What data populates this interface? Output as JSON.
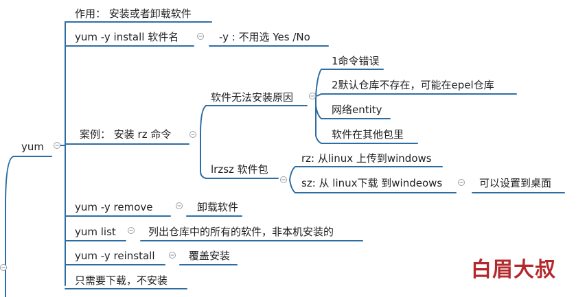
{
  "mindmap": {
    "root": {
      "label": "yum"
    },
    "branches": {
      "purpose": "作用： 安装或者卸载软件",
      "install": {
        "label": "yum -y install  软件名",
        "note": "-y : 不用选 Yes  /No"
      },
      "example": {
        "label": "案例：  安装 rz 命令",
        "cannot_install": {
          "label": "软件无法安装原因",
          "reasons": [
            "1命令错误",
            "2默认仓库不存在，可能在epel仓库",
            "网络entity",
            "软件在其他包里"
          ]
        },
        "lrzsz": {
          "label": "lrzsz 软件包",
          "rz": "rz: 从linux 上传到windows",
          "sz": "sz: 从 linux下载 到windeows",
          "sz_note": "可以设置到桌面"
        }
      },
      "remove": {
        "label": "yum  -y  remove",
        "note": "卸载软件"
      },
      "list": {
        "label": "yum list",
        "note": "列出仓库中的所有的软件，非本机安装的"
      },
      "reinstall": {
        "label": "yum -y reinstall",
        "note": "覆盖安装"
      },
      "download_only": "只需要下载，不安装"
    }
  },
  "watermark": "白眉大叔",
  "colors": {
    "line": "#2e6da4",
    "collapse_icon": "#9aa0a6",
    "watermark": "#b3282d"
  },
  "icons": {
    "collapse": "collapse-circle-icon"
  }
}
